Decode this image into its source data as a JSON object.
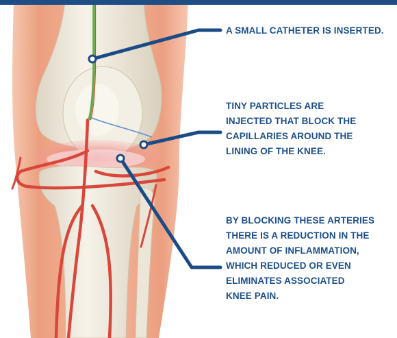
{
  "colors": {
    "header_bar": "#1f4e86",
    "callout_text": "#1d4f8a",
    "callout_line": "#1a4b86",
    "artery": "#d8473a",
    "catheter": "#5fae4a",
    "bone": "#f1ece1",
    "skin": "#efae90"
  },
  "callouts": [
    {
      "lines": [
        "A SMALL CATHETER IS INSERTED."
      ]
    },
    {
      "lines": [
        "TINY PARTICLES ARE",
        "INJECTED THAT BLOCK THE",
        "CAPILLARIES AROUND THE",
        "LINING OF THE KNEE."
      ]
    },
    {
      "lines": [
        "BY BLOCKING THESE ARTERIES",
        "THERE IS A REDUCTION IN THE",
        "AMOUNT OF INFLAMMATION,",
        "WHICH REDUCED OR EVEN",
        "ELIMINATES ASSOCIATED",
        "KNEE PAIN."
      ]
    }
  ]
}
